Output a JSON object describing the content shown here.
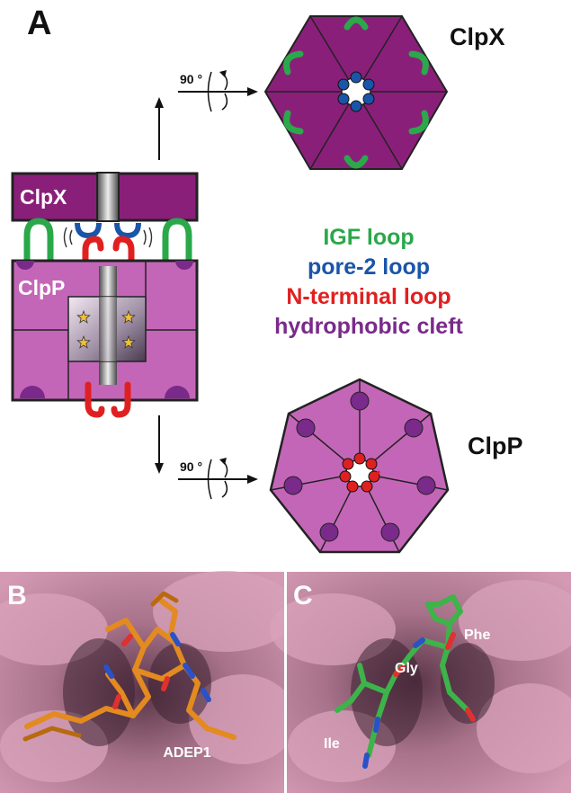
{
  "panel_a": {
    "letter": "A",
    "side_clpx": "ClpX",
    "side_clpp": "ClpP",
    "top_clpx": "ClpX",
    "top_clpp": "ClpP",
    "rotation_top": "90 °",
    "rotation_bottom": "90 °"
  },
  "legend": [
    {
      "label": "IGF loop",
      "color": "#2aa84a"
    },
    {
      "label": "pore-2 loop",
      "color": "#1a55a8"
    },
    {
      "label": "N-terminal loop",
      "color": "#e02020"
    },
    {
      "label": "hydrophobic cleft",
      "color": "#7a2a8a"
    }
  ],
  "panel_b": {
    "letter": "B",
    "ligand": "ADEP1"
  },
  "panel_c": {
    "letter": "C",
    "res1": "Phe",
    "res2": "Gly",
    "res3": "Ile"
  },
  "colors": {
    "clpx_purple": "#8a1f7a",
    "clpp_pink": "#c466b8",
    "surface_pink": "#c9879f",
    "igf_green": "#2aa84a",
    "pore_blue": "#1a55a8",
    "nterm_red": "#e02020",
    "cleft_purple": "#7a2a8a",
    "adep_orange": "#e38a20",
    "peptide_green": "#3db34a"
  }
}
